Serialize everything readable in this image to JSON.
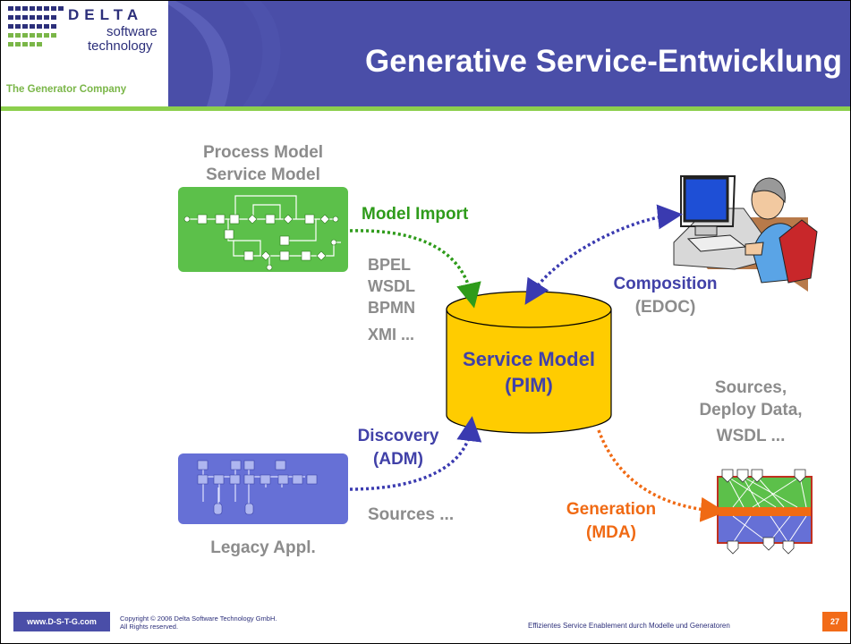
{
  "header": {
    "title": "Generative Service-Entwicklung",
    "logo": {
      "word_delta": "DELTA",
      "word_software": "software",
      "word_technology": "technology",
      "tagline": "The Generator Company"
    }
  },
  "diagram": {
    "center": {
      "line1": "Service Model",
      "line2": "(PIM)"
    },
    "process_model": {
      "line1": "Process Model",
      "line2": "Service Model"
    },
    "model_import": "Model Import",
    "formats": [
      "BPEL",
      "WSDL",
      "BPMN",
      "XMI ..."
    ],
    "composition": {
      "line1": "Composition",
      "line2": "(EDOC)"
    },
    "discovery": {
      "line1": "Discovery",
      "line2": "(ADM)"
    },
    "legacy": "Legacy Appl.",
    "sources": "Sources ...",
    "generation": {
      "line1": "Generation",
      "line2": "(MDA)"
    },
    "outputs": {
      "line1": "Sources,",
      "line2": "Deploy Data,",
      "line3": "WSDL ..."
    }
  },
  "footer": {
    "url": "www.D-S-T-G.com",
    "copyright_line1": "Copyright © 2006 Delta Software Technology GmbH.",
    "copyright_line2": "All Rights reserved.",
    "subtitle": "Effizientes Service Enablement durch Modelle und Generatoren",
    "page": "27"
  },
  "colors": {
    "header_blue": "#4a4ea8",
    "accent_green": "#8ccf4d",
    "cylinder_yellow": "#ffcc00",
    "model_green": "#5cc04a",
    "legacy_blue": "#6670d6",
    "arrow_green": "#2e9b1a",
    "arrow_blue": "#3a3ab0",
    "arrow_orange": "#f06a14",
    "label_gray": "#8c8c8c"
  }
}
